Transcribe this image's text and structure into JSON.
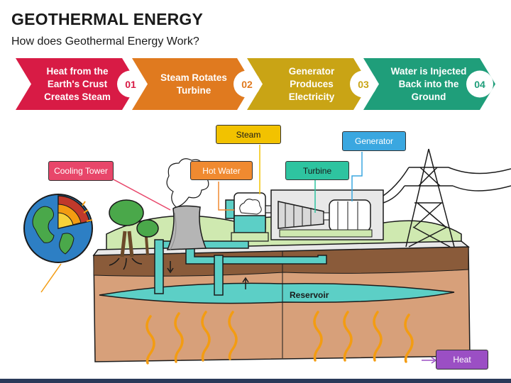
{
  "header": {
    "title": "GEOTHERMAL ENERGY",
    "subtitle": "How does Geothermal Energy Work?"
  },
  "steps": [
    {
      "text": "Heat from the Earth's Crust Creates Steam",
      "number": "01",
      "color": "#d81b45"
    },
    {
      "text": "Steam Rotates Turbine",
      "number": "02",
      "color": "#e07a1f"
    },
    {
      "text": "Generator Produces Electricity",
      "number": "03",
      "color": "#c9a415"
    },
    {
      "text": "Water is Injected Back into the Ground",
      "number": "04",
      "color": "#1f9e7a"
    }
  ],
  "callouts": {
    "steam": {
      "text": "Steam",
      "color": "#f2c200"
    },
    "generator": {
      "text": "Generator",
      "color": "#3aa7e0"
    },
    "cooling_tower": {
      "text": "Cooling Tower",
      "color": "#e8466a"
    },
    "hot_water": {
      "text": "Hot Water",
      "color": "#f08a30"
    },
    "turbine": {
      "text": "Turbine",
      "color": "#2ec4a0"
    },
    "heat": {
      "text": "Heat",
      "color": "#9b4fc4"
    },
    "reservoir": "Reservoir"
  }
}
